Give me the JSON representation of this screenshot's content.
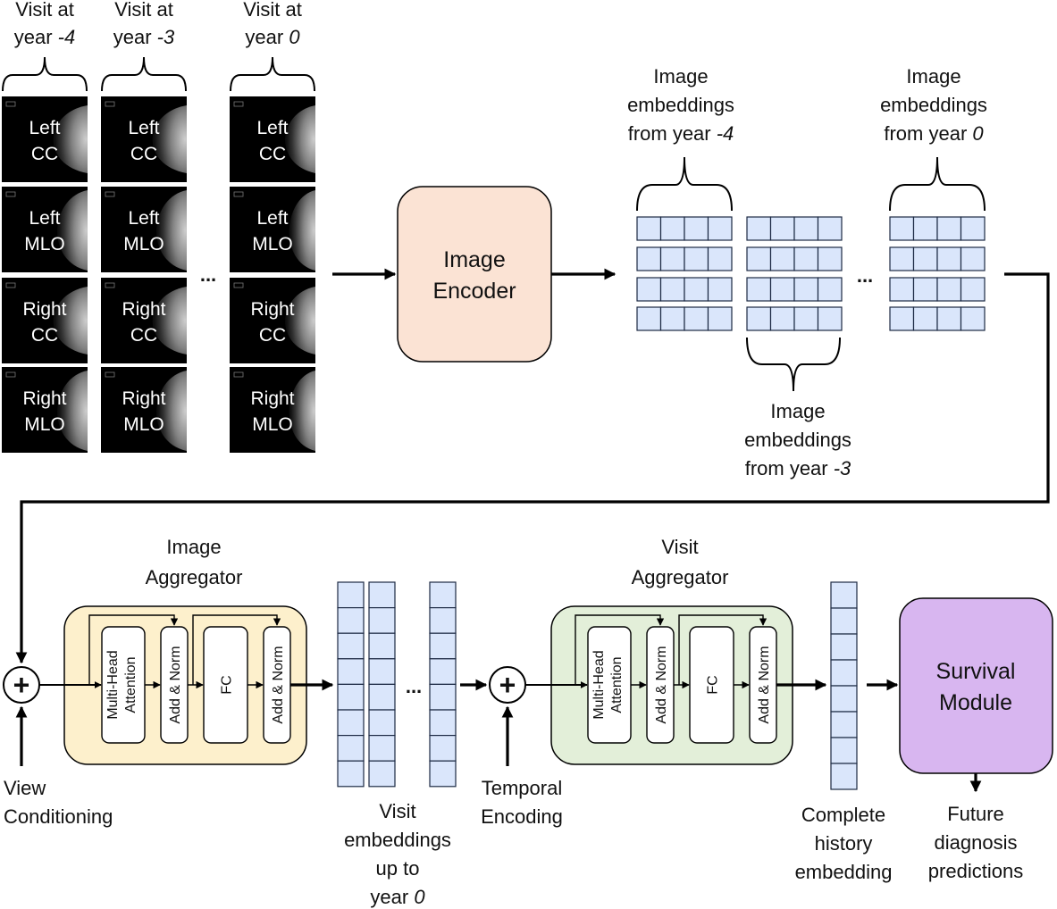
{
  "visit_headers": [
    {
      "line1": "Visit at",
      "line2_prefix": "year ",
      "line2_value": "-4"
    },
    {
      "line1": "Visit at",
      "line2_prefix": "year ",
      "line2_value": "-3"
    },
    {
      "line1": "Visit at",
      "line2_prefix": "year ",
      "line2_value": "0"
    }
  ],
  "views": [
    {
      "line1": "Left",
      "line2": "CC"
    },
    {
      "line1": "Left",
      "line2": "MLO"
    },
    {
      "line1": "Right",
      "line2": "CC"
    },
    {
      "line1": "Right",
      "line2": "MLO"
    }
  ],
  "ellipsis": "...",
  "image_encoder": {
    "line1": "Image",
    "line2": "Encoder"
  },
  "emb_labels": {
    "year_m4": {
      "line1": "Image",
      "line2": "embeddings",
      "line3_prefix": "from year ",
      "line3_value": "-4"
    },
    "year_0": {
      "line1": "Image",
      "line2": "embeddings",
      "line3_prefix": "from year ",
      "line3_value": "0"
    },
    "year_m3": {
      "line1": "Image",
      "line2": "embeddings",
      "line3_prefix": "from year ",
      "line3_value": "-3"
    }
  },
  "image_aggregator": {
    "line1": "Image",
    "line2": "Aggregator"
  },
  "visit_aggregator": {
    "line1": "Visit",
    "line2": "Aggregator"
  },
  "transformer_blocks": {
    "attention_line1": "Multi-Head",
    "attention_line2": "Attention",
    "add_norm": "Add & Norm",
    "fc": "FC"
  },
  "plus_symbol": "+",
  "view_conditioning": {
    "line1": "View",
    "line2": "Conditioning"
  },
  "temporal_encoding": {
    "line1": "Temporal",
    "line2": "Encoding"
  },
  "visit_embeddings": {
    "line1": "Visit",
    "line2": "embeddings",
    "line3": "up to",
    "line4_prefix": "year ",
    "line4_value": "0"
  },
  "complete_history": {
    "line1": "Complete",
    "line2": "history",
    "line3": "embedding"
  },
  "survival_module": {
    "line1": "Survival",
    "line2": "Module"
  },
  "future_predictions": {
    "line1": "Future",
    "line2": "diagnosis",
    "line3": "predictions"
  },
  "colors": {
    "encoder_fill": "#fbe3d4",
    "image_agg_fill": "#fdf0cc",
    "visit_agg_fill": "#e3efd9",
    "survival_fill": "#d8b6f0",
    "embedding_cell": "#dae6fb"
  }
}
